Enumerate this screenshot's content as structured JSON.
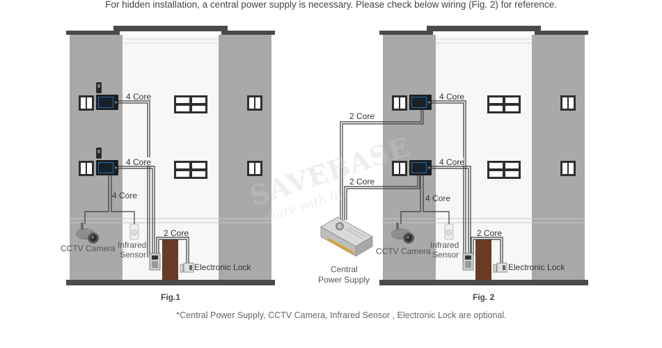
{
  "top_note": "For hidden installation, a central power supply is necessary. Please check below wiring (Fig. 2) for reference.",
  "footnote": "*Central Power Supply, CCTV Camera, Infrared Sensor , Electronic Lock are optional.",
  "watermark": {
    "brand": "SAVEBASE",
    "tagline": "share with life"
  },
  "fig1": {
    "caption": "Fig.1",
    "wire_upper": "4 Core",
    "wire_lower": "4 Core",
    "wire_camera": "4 Core",
    "wire_lock": "2 Core",
    "cctv": "CCTV Camera",
    "sensor_line1": "Infrared",
    "sensor_line2": "Sensor",
    "lock": "Electronic Lock"
  },
  "fig2": {
    "caption": "Fig. 2",
    "wire_upper": "4 Core",
    "wire_lower": "4 Core",
    "wire_camera": "4 Core",
    "wire_lock": "2 Core",
    "psu_upper": "2 Core",
    "psu_lower": "2 Core",
    "cctv": "CCTV Camera",
    "sensor_line1": "Infrared",
    "sensor_line2": "Sensor",
    "lock": "Electronic Lock",
    "psu_line1": "Central",
    "psu_line2": "Power Supply"
  },
  "colors": {
    "wall": "#a9a9a9",
    "wall_center": "#f7f7f7",
    "roof": "#4a4a4a",
    "door": "#6a3a22",
    "wire": "#3a3a3a",
    "monitor": "#1e1e1e",
    "screen": "#2a6fb0"
  }
}
